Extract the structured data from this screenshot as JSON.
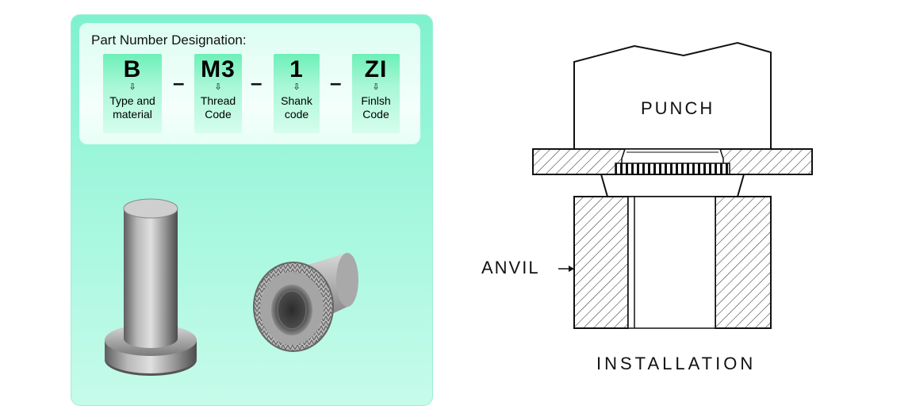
{
  "designation": {
    "title": "Part Number Designation:",
    "parts": [
      {
        "code": "B",
        "arrow": "⇩",
        "description": "Type and\nmaterial"
      },
      {
        "code": "M3",
        "arrow": "⇩",
        "description": "Thread\nCode"
      },
      {
        "code": "1",
        "arrow": "⇩",
        "description": "Shank\ncode"
      },
      {
        "code": "ZI",
        "arrow": "⇩",
        "description": "Finlsh\nCode"
      }
    ],
    "separator": "–"
  },
  "diagram": {
    "punch_label": "PUNCH",
    "anvil_label": "ANVIL",
    "caption": "INSTALLATION"
  },
  "colors": {
    "card_accent": "#7ff1cd",
    "code_box": "#6cf0b8",
    "metal": "#9a9a9a"
  }
}
